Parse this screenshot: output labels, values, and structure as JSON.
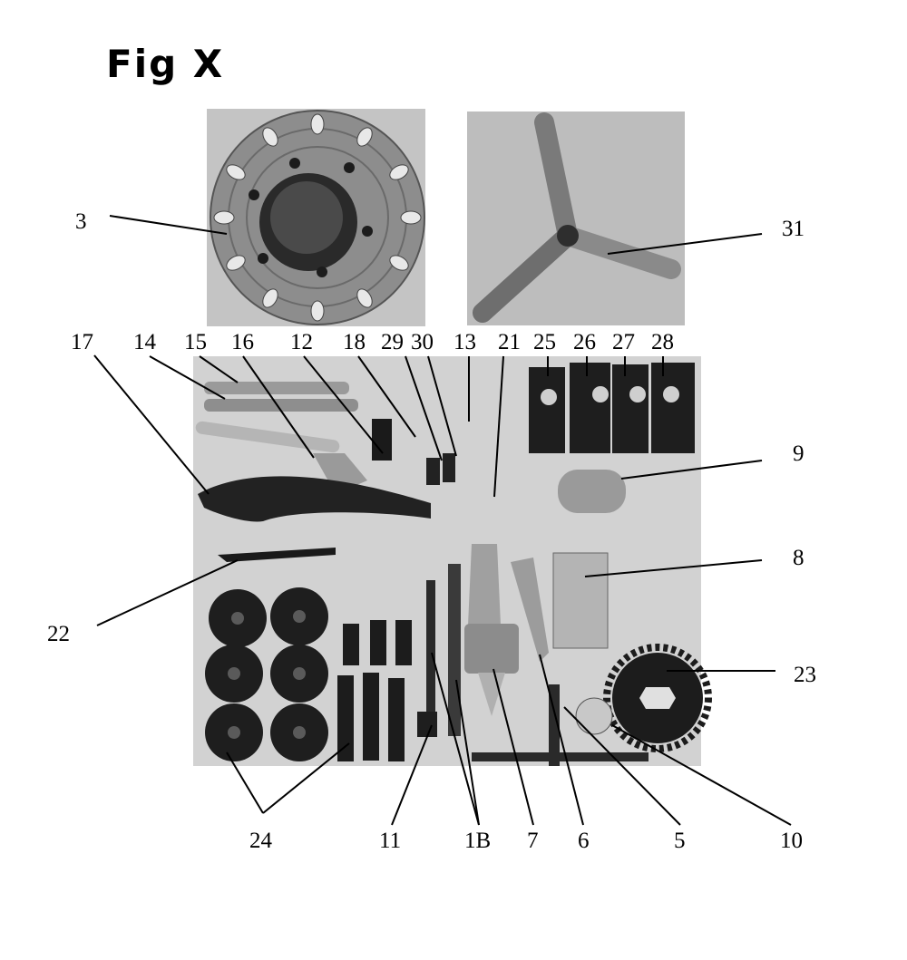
{
  "figure": {
    "title": "Fig X"
  },
  "labels": {
    "l3": "3",
    "l31": "31",
    "l17": "17",
    "l14": "14",
    "l15": "15",
    "l16": "16",
    "l12": "12",
    "l18": "18",
    "l29": "29",
    "l30": "30",
    "l13": "13",
    "l21": "21",
    "l25": "25",
    "l26": "26",
    "l27": "27",
    "l28": "28",
    "l9": "9",
    "l8": "8",
    "l22": "22",
    "l23": "23",
    "l24": "24",
    "l11": "11",
    "l1B": "1B",
    "l7": "7",
    "l6": "6",
    "l5": "5",
    "l10": "10"
  }
}
